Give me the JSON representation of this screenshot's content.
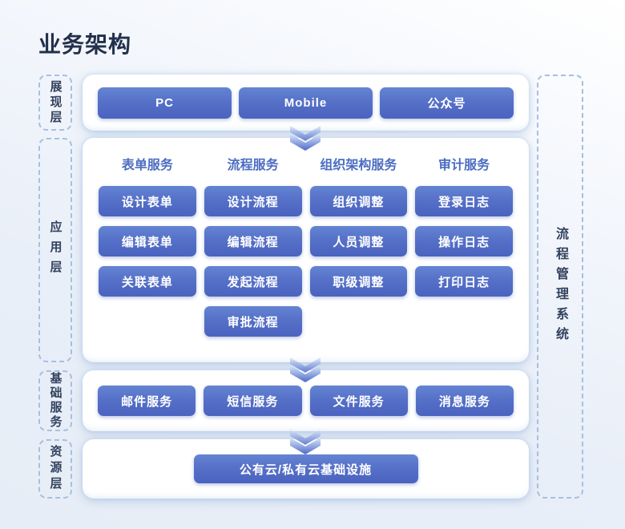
{
  "title": "业务架构",
  "colors": {
    "node_gradient_top": "#6584d3",
    "node_gradient_bottom": "#4a63bf",
    "column_header_text": "#4b6cc1",
    "title_text": "#22304b",
    "side_label_text": "#32415e",
    "dashed_border": "#a6c0e0",
    "background_bottom": "#e7edf6"
  },
  "side_labels": {
    "presentation": "展现层",
    "application": "应用层",
    "basic": "基础服务",
    "resource": "资源层"
  },
  "right_panel": {
    "label": "流程管理系统"
  },
  "presentation": {
    "items": [
      "PC",
      "Mobile",
      "公众号"
    ]
  },
  "application": {
    "columns": [
      {
        "header": "表单服务",
        "items": [
          "设计表单",
          "编辑表单",
          "关联表单"
        ]
      },
      {
        "header": "流程服务",
        "items": [
          "设计流程",
          "编辑流程",
          "发起流程",
          "审批流程"
        ]
      },
      {
        "header": "组织架构服务",
        "items": [
          "组织调整",
          "人员调整",
          "职级调整"
        ]
      },
      {
        "header": "审计服务",
        "items": [
          "登录日志",
          "操作日志",
          "打印日志"
        ]
      }
    ]
  },
  "basic": {
    "items": [
      "邮件服务",
      "短信服务",
      "文件服务",
      "消息服务"
    ]
  },
  "resource": {
    "items": [
      "公有云/私有云基础设施"
    ]
  },
  "icons": {
    "arrow": "chevron-double-down"
  }
}
